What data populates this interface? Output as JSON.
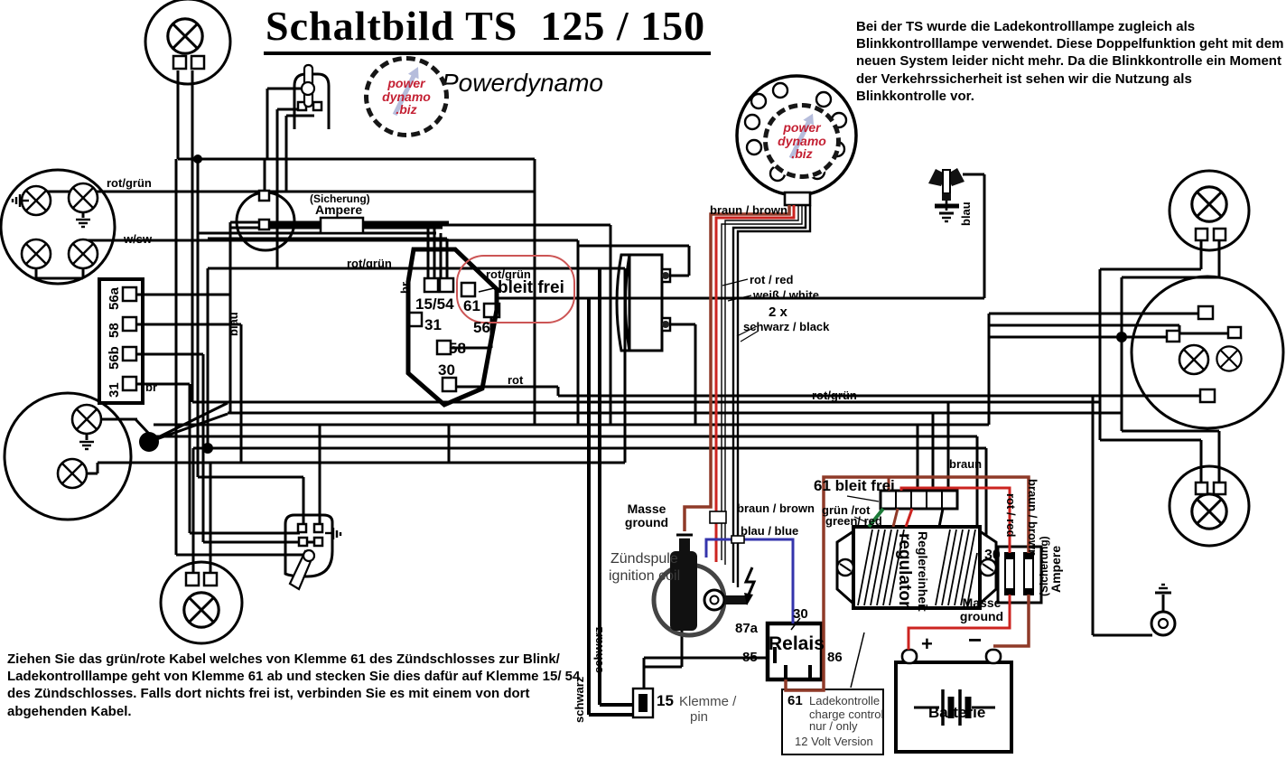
{
  "title": "Schaltbild TS  125 / 150",
  "brand": "Powerdynamo",
  "logo": {
    "l1": "power",
    "l2": "dynamo",
    "l3": ".biz"
  },
  "notes": {
    "top_right": "Bei der TS wurde die Ladekontrolllampe zugleich als Blinkkontrolllampe verwendet. Diese Doppelfunktion geht mit dem neuen System leider nicht mehr. Da die Blinkkontrolle ein Moment der Verkehrssicherheit ist sehen wir die Nutzung als Blinkkontrolle vor.",
    "bottom_left": "Ziehen Sie das grün/rote  Kabel welches von Klemme 61 des Zündschlosses zur Blink/ Ladekontrolllampe geht von Klemme 61 ab und stecken Sie dies dafür auf Klemme 15/ 54 des Zündschlosses. Falls dort nichts frei ist, verbinden Sie es mit einem von dort abgehenden Kabel."
  },
  "labels": {
    "rot_gruen_headlamp": "rot/grün",
    "w_sw": "w/sw",
    "blau_left": "blau",
    "rot_gruen_mid": "rot/grün",
    "br_vertical": "br",
    "br_connector": "br",
    "sicherung": "(Sicherung)",
    "ampere": "Ampere",
    "oval_rot_gruen": "rot/grün",
    "oval_bleib_frei": "bleit frei",
    "ign_1554": "15/54",
    "ign_61": "61",
    "ign_31": "31",
    "ign_56": "56",
    "ign_58": "58",
    "ign_30": "30",
    "ign_rot": "rot",
    "conn_56a": "56a",
    "conn_58": "58",
    "conn_56b": "56b",
    "conn_31": "31",
    "braun_brown_stator": "braun / brown",
    "rot_red": "rot / red",
    "weiss_white": "weiß / white",
    "two_x": "2 x",
    "schwarz_black": "schwarz / black",
    "blau_horn": "blau",
    "rot_gruen_right": "rot/grün",
    "braun_right": "braun",
    "bleib_frei_61": "61 bleit frei",
    "gruen_rot": "grün /rot",
    "green_red": "green/ red",
    "masse_coil": "Masse\nground",
    "braun_brown_coil": "braun / brown",
    "blau_blue": "blau / blue",
    "zuendspule": "Zündspule",
    "ignition_coil": "ignition coil",
    "schwarz_1": "schwarz",
    "schwarz_2": "schwarz",
    "klemme_15": "15",
    "klemme": "Klemme /",
    "pin": "pin",
    "rot_red_vert": "rot / red",
    "braun_brown_vert": "braun / brown",
    "sicherung_vert": "(Sicherung)",
    "ampere_vert": "Ampere",
    "fuse30": "30",
    "masse_right": "Masse\nground",
    "relais": "Relais",
    "r87a": "87a",
    "r30": "30",
    "r85": "85",
    "r86": "86",
    "regler_de": "Reglereinheit",
    "regler_en": "regulator",
    "batterie": "Batterie",
    "plus": "+",
    "minus": "−"
  },
  "charge_box": {
    "num": "61",
    "l1": "Ladekontrolle",
    "l2": "charge control",
    "l3": "nur / only",
    "l4": "12 Volt Version"
  },
  "colors": {
    "wire_black": "#000000",
    "wire_braun": "#8f3a28",
    "wire_rot": "#cc2420",
    "wire_blau": "#3434ac",
    "wire_gruen": "#1c7a38",
    "annotation_red": "#cc5555",
    "logo_red": "#c42033",
    "logo_arrow_blue": "#a9b2d6"
  }
}
